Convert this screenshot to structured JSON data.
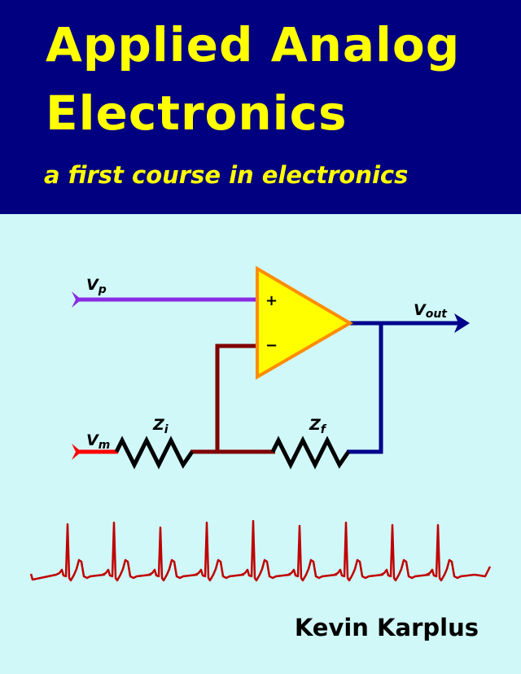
{
  "cover": {
    "title_line1": "Applied Analog",
    "title_line2": "Electronics",
    "subtitle": "a first course in electronics",
    "author": "Kevin Karplus"
  },
  "circuit": {
    "vp_main": "V",
    "vp_sub": "p",
    "vm_main": "V",
    "vm_sub": "m",
    "vout_main": "V",
    "vout_sub": "out",
    "zi_main": "Z",
    "zi_sub": "i",
    "zf_main": "Z",
    "zf_sub": "f",
    "plus": "+",
    "minus": "−"
  },
  "colors": {
    "header_bg": "#000080",
    "title": "#ffff00",
    "background": "#d0f8f8",
    "vp_wire": "#8a2be2",
    "vm_wire": "#ff0000",
    "inverting_node": "#800000",
    "output_wire": "#00008b",
    "opamp_fill": "#ffff00",
    "opamp_stroke": "#ff8c00",
    "ecg": "#c00000"
  }
}
